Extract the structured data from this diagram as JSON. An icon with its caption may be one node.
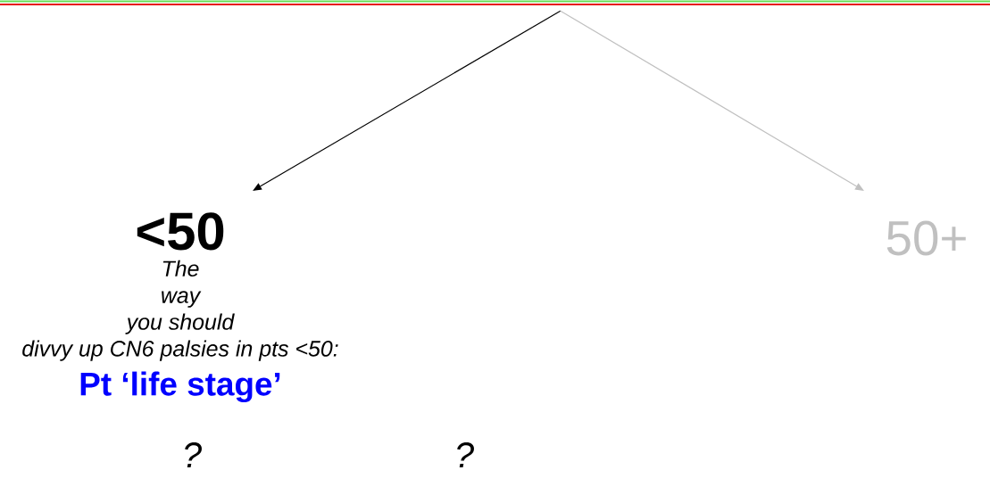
{
  "diagram": {
    "nodes": [
      {
        "text": [],
        "shape": "bar"
      },
      {
        "text": [
          "<50",
          "The way you should divvy up CN6 palsies in pts <50:",
          "Pt ‘life stage’"
        ]
      },
      {
        "text": [
          "50+"
        ]
      }
    ],
    "edges": [
      {
        "from": 0,
        "to": 1,
        "arrow": "to"
      },
      {
        "from": 0,
        "to": 2,
        "arrow": "to",
        "color": "#c0c0c0"
      }
    ],
    "labels": [
      "?",
      "?"
    ]
  }
}
